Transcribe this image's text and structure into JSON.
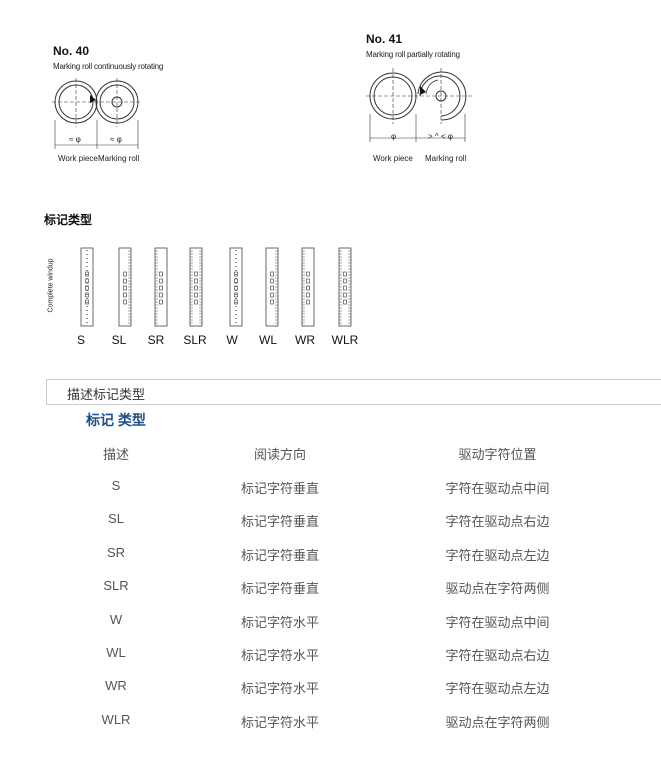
{
  "fig40": {
    "title": "No. 40",
    "subtitle": "Marking roll continuously rotating",
    "dim_left": "≈ φ",
    "dim_right": "≈ φ",
    "cap_left": "Work piece",
    "cap_right": "Marking roll"
  },
  "fig41": {
    "title": "No. 41",
    "subtitle": "Marking roll partially rotating",
    "dim_left": "φ",
    "dim_right": "> ^ < φ",
    "cap_left": "Work piece",
    "cap_right": "Marking roll"
  },
  "section_title": "标记类型",
  "strips": {
    "axis_label": "Complete windup",
    "labels": [
      "S",
      "SL",
      "SR",
      "SLR",
      "W",
      "WL",
      "WR",
      "WLR"
    ]
  },
  "tab": {
    "label": "描述标记类型"
  },
  "table": {
    "title": "标记 类型",
    "headers": [
      "描述",
      "阅读方向",
      "驱动字符位置"
    ],
    "rows": [
      [
        "S",
        "标记字符垂直",
        "字符在驱动点中间"
      ],
      [
        "SL",
        "标记字符垂直",
        "字符在驱动点右边"
      ],
      [
        "SR",
        "标记字符垂直",
        "字符在驱动点左边"
      ],
      [
        "SLR",
        "标记字符垂直",
        "驱动点在字符两侧"
      ],
      [
        "W",
        "标记字符水平",
        "字符在驱动点中间"
      ],
      [
        "WL",
        "标记字符水平",
        "字符在驱动点右边"
      ],
      [
        "WR",
        "标记字符水平",
        "字符在驱动点左边"
      ],
      [
        "WLR",
        "标记字符水平",
        "驱动点在字符两侧"
      ]
    ]
  }
}
